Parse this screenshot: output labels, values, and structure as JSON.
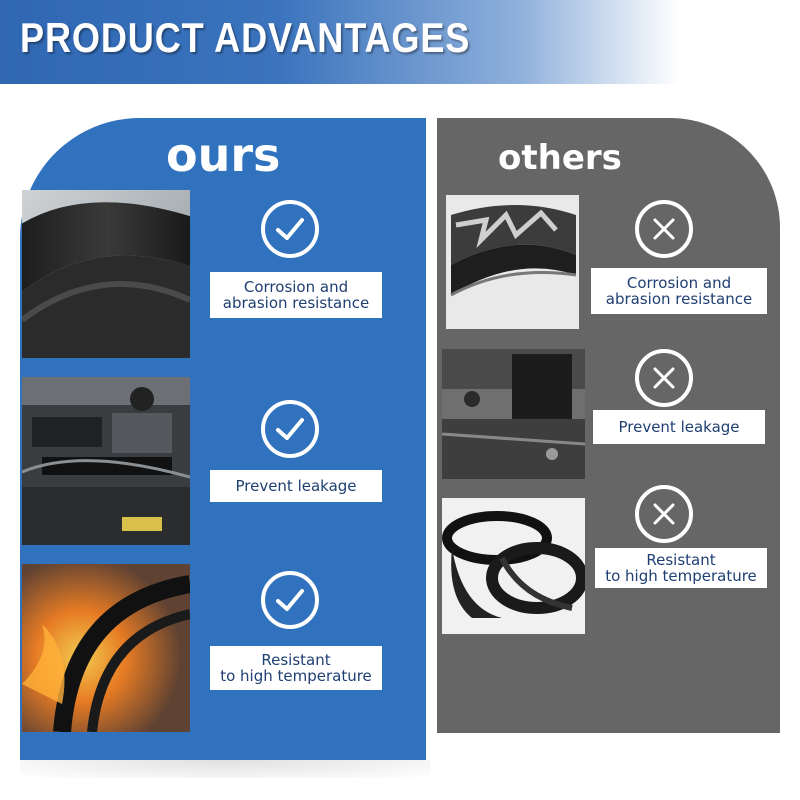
{
  "header": {
    "title": "PRODUCT ADVANTAGES"
  },
  "colors": {
    "ours_panel": "#3172be",
    "others_panel": "#666666",
    "label_text": "#1f3f73"
  },
  "ours": {
    "title": "ours",
    "items": [
      {
        "icon": "check-icon",
        "lines": [
          "Corrosion and",
          "abrasion resistance"
        ]
      },
      {
        "icon": "check-icon",
        "lines": [
          "Prevent leakage"
        ]
      },
      {
        "icon": "check-icon",
        "lines": [
          "Resistant",
          "to high temperature"
        ]
      }
    ]
  },
  "others": {
    "title": "others",
    "items": [
      {
        "icon": "cross-icon",
        "lines": [
          "Corrosion and",
          "abrasion resistance"
        ]
      },
      {
        "icon": "cross-icon",
        "lines": [
          "Prevent leakage"
        ]
      },
      {
        "icon": "cross-icon",
        "lines": [
          "Resistant",
          "to high temperature"
        ]
      }
    ]
  }
}
